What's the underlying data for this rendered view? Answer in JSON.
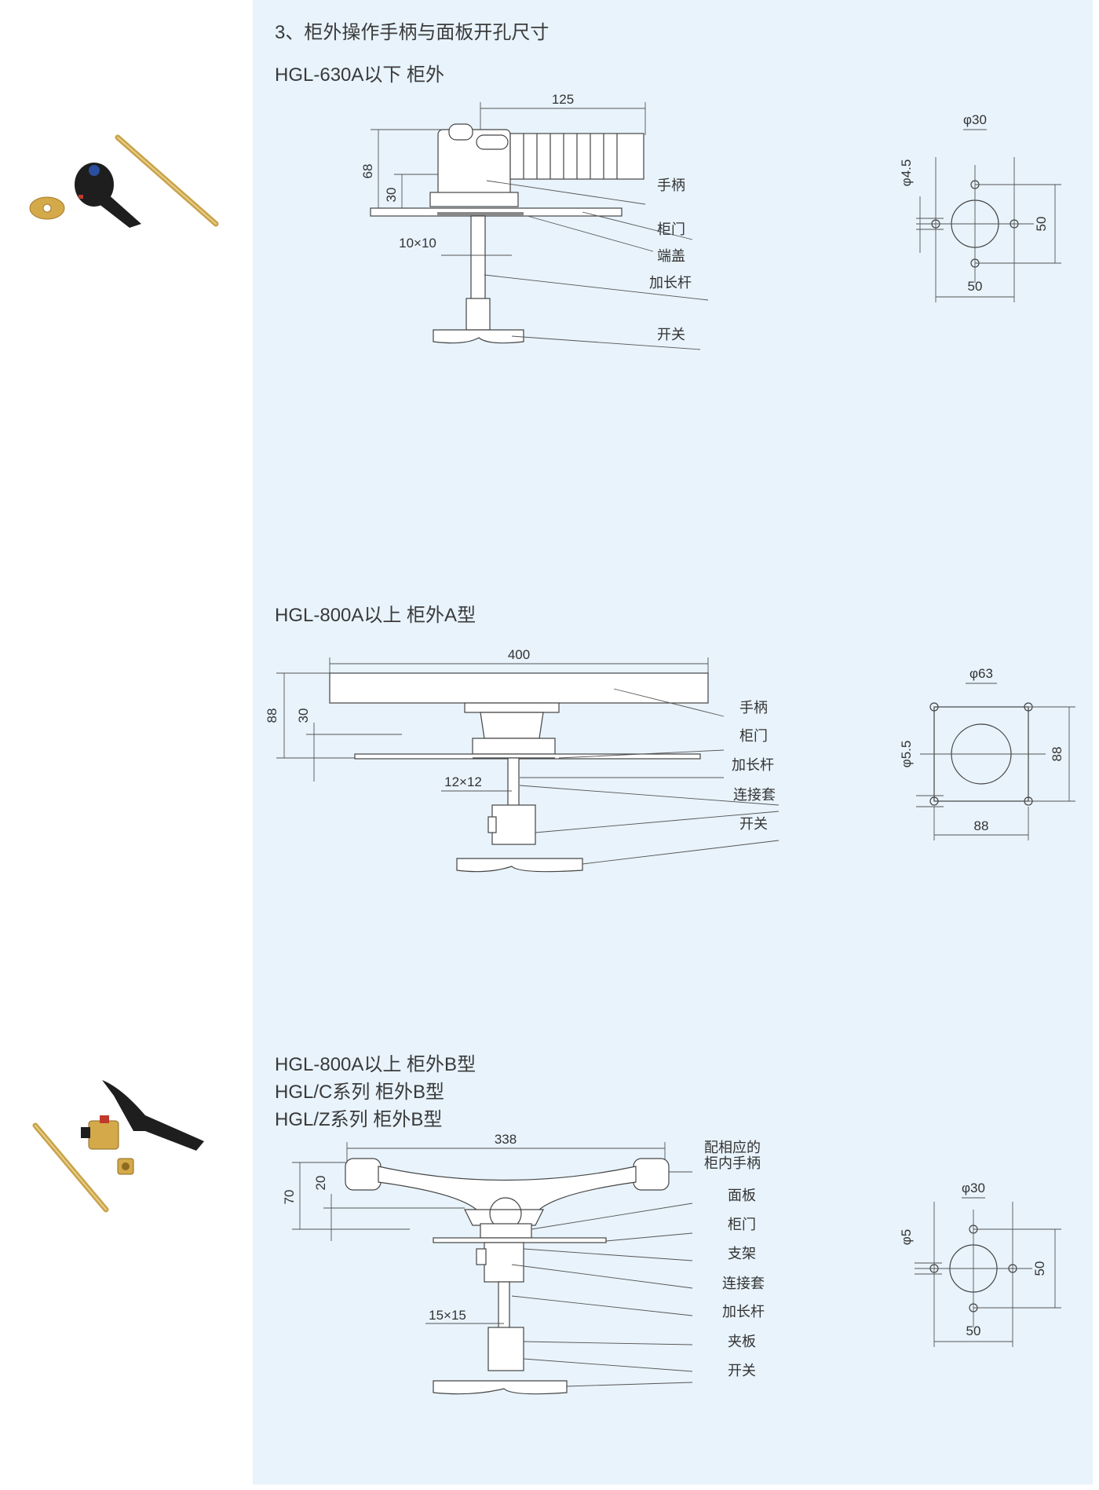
{
  "section_heading": "3、柜外操作手柄与面板开孔尺寸",
  "sections": [
    {
      "title_lines": [
        "HGL-630A以下 柜外"
      ],
      "dims": {
        "width": "125",
        "height": "68",
        "inner": "30",
        "shaft": "10×10"
      },
      "labels": [
        "手柄",
        "柜门",
        "端盖",
        "加长杆",
        "开关"
      ],
      "cutout": {
        "diameter": "φ30",
        "hole": "φ4.5",
        "w": "50",
        "h": "50"
      }
    },
    {
      "title_lines": [
        "HGL-800A以上 柜外A型"
      ],
      "dims": {
        "width": "400",
        "height": "88",
        "inner": "30",
        "shaft": "12×12"
      },
      "labels": [
        "手柄",
        "柜门",
        "加长杆",
        "连接套",
        "开关"
      ],
      "cutout": {
        "diameter": "φ63",
        "hole": "φ5.5",
        "w": "88",
        "h": "88"
      }
    },
    {
      "title_lines": [
        "HGL-800A以上 柜外B型",
        "HGL/C系列 柜外B型",
        "HGL/Z系列 柜外B型"
      ],
      "dims": {
        "width": "338",
        "height": "70",
        "inner": "20",
        "shaft": "15×15"
      },
      "labels": [
        "配相应的\n柜内手柄",
        "面板",
        "柜门",
        "支架",
        "连接套",
        "加长杆",
        "夹板",
        "开关"
      ],
      "cutout": {
        "diameter": "φ30",
        "hole": "φ5",
        "w": "50",
        "h": "50"
      }
    }
  ],
  "colors": {
    "panel_bg": "#e8f3fb",
    "line": "#444444",
    "brass": "#c9a24a",
    "handle_black": "#1e1e1e",
    "accent_red": "#c0392b",
    "accent_blue": "#2a4fa0"
  }
}
